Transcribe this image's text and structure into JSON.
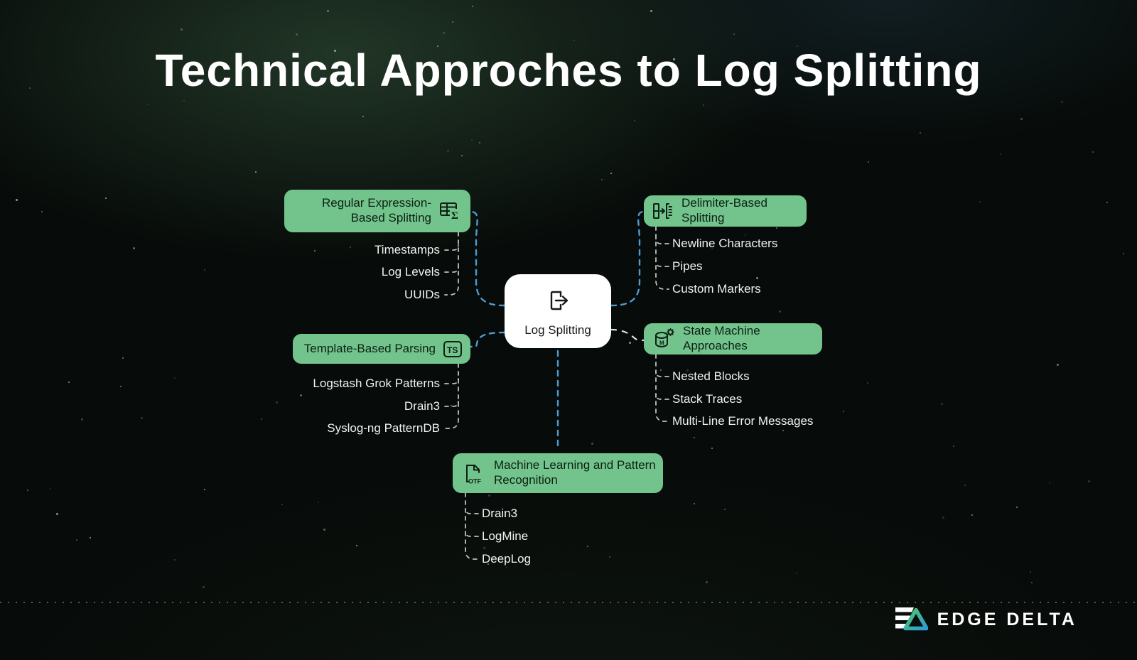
{
  "title": "Technical Approches to Log Splitting",
  "center": {
    "label": "Log Splitting"
  },
  "branches": [
    {
      "label": "Regular Expression-Based Splitting",
      "icon": "table-sigma-icon",
      "children": [
        "Timestamps",
        "Log Levels",
        "UUIDs"
      ]
    },
    {
      "label": "Template-Based Parsing",
      "icon": "ts-badge-icon",
      "children": [
        "Logstash Grok Patterns",
        "Drain3",
        "Syslog-ng PatternDB"
      ]
    },
    {
      "label": "Delimiter-Based Splitting",
      "icon": "split-log-icon",
      "children": [
        "Newline Characters",
        "Pipes",
        "Custom Markers"
      ]
    },
    {
      "label": "State Machine Approaches",
      "icon": "state-machine-icon",
      "children": [
        "Nested Blocks",
        "Stack Traces",
        "Multi-Line Error Messages"
      ]
    },
    {
      "label": "Machine Learning and Pattern Recognition",
      "icon": "otf-file-icon",
      "children": [
        "Drain3",
        "LogMine",
        "DeepLog"
      ]
    }
  ],
  "footer": {
    "brand": "EDGE DELTA"
  },
  "colors": {
    "background": "#070b09",
    "node_green": "#72c48c",
    "node_text": "#0d2013",
    "center_node_bg": "#ffffff",
    "connector_blue": "#4d9bd3",
    "connector_gray": "#cdd3cf",
    "child_text": "#f0f3f1",
    "title_text": "#ffffff",
    "brand_gradient_start": "#4fc768",
    "brand_gradient_end": "#2e9bd6"
  }
}
